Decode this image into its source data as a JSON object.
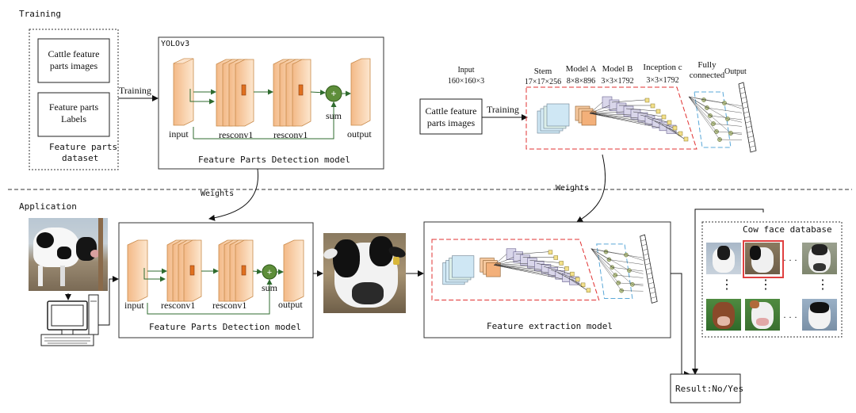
{
  "sections": {
    "training_label": "Training",
    "application_label": "Application"
  },
  "dataset": {
    "images_label_line1": "Cattle feature",
    "images_label_line2": "parts images",
    "labels_line1": "Feature parts",
    "labels_line2": "Labels",
    "caption_line1": "Feature parts",
    "caption_line2": "dataset"
  },
  "training_arrow_label": "Training",
  "yolo": {
    "title": "YOLOv3",
    "input": "input",
    "resconv1": "resconv1",
    "resconv2": "resconv1",
    "sum": "sum",
    "output": "output",
    "caption": "Feature Parts Detection model"
  },
  "app_yolo": {
    "input": "input",
    "resconv1": "resconv1",
    "resconv2": "resconv1",
    "sum": "sum",
    "output": "output",
    "caption": "Feature Parts Detection model"
  },
  "weights_left": "Weights",
  "weights_right": "Weights",
  "inception": {
    "input_line1": "Input",
    "input_line2": "160×160×3",
    "stem_title": "Stem",
    "stem_dims": "17×17×256",
    "model_a_title": "Model A",
    "model_a_dims": "8×8×896",
    "model_b_title": "Model B",
    "model_b_dims": "3×3×1792",
    "inception_c_title": "Inception c",
    "inception_c_dims": "3×3×1792",
    "fully_line1": "Fully",
    "fully_line2": "connected",
    "output": "Output",
    "images_line1": "Cattle feature",
    "images_line2": "parts images",
    "training_label": "Training"
  },
  "feature_extraction": {
    "caption": "Feature extraction model"
  },
  "database": {
    "title": "Cow face database",
    "ellipsis": "· · ·",
    "vellipsis": "⋮"
  },
  "result": {
    "label": "Result:No/Yes"
  },
  "colors": {
    "layer_fill": "#f9d6b3",
    "layer_stroke": "#c98a4a",
    "sum_fill": "#5e8e3a",
    "arrow": "#2f6b2f",
    "red_dash": "#e03030",
    "blue_dash": "#5aa8d8"
  }
}
